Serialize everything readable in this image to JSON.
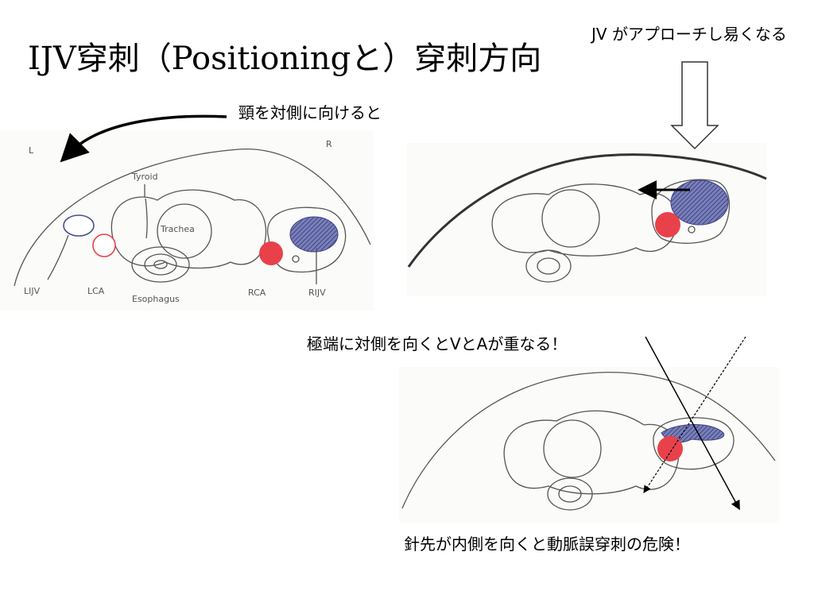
{
  "slide": {
    "title": "IJV穿刺（Positioningと）穿刺方向",
    "note_top": "JV がアプローチし易くなる",
    "note_turn": "頸を対側に向けると",
    "note_overlap": "極端に対側を向くとVとAが重なる！",
    "note_danger": "針先が内側を向くと動脈誤穿刺の危険！"
  },
  "diagram1": {
    "side_left": "L",
    "side_right": "R",
    "labels": {
      "thyroid": "Tyroid",
      "trachea": "Trachea",
      "esophagus": "Esophagus",
      "lijv": "LIJV",
      "lca": "LCA",
      "rca": "RCA",
      "rijv": "RIJV"
    }
  },
  "colors": {
    "artery": "#e8414a",
    "vein": "#4a4f8f",
    "ink": "#555555"
  }
}
